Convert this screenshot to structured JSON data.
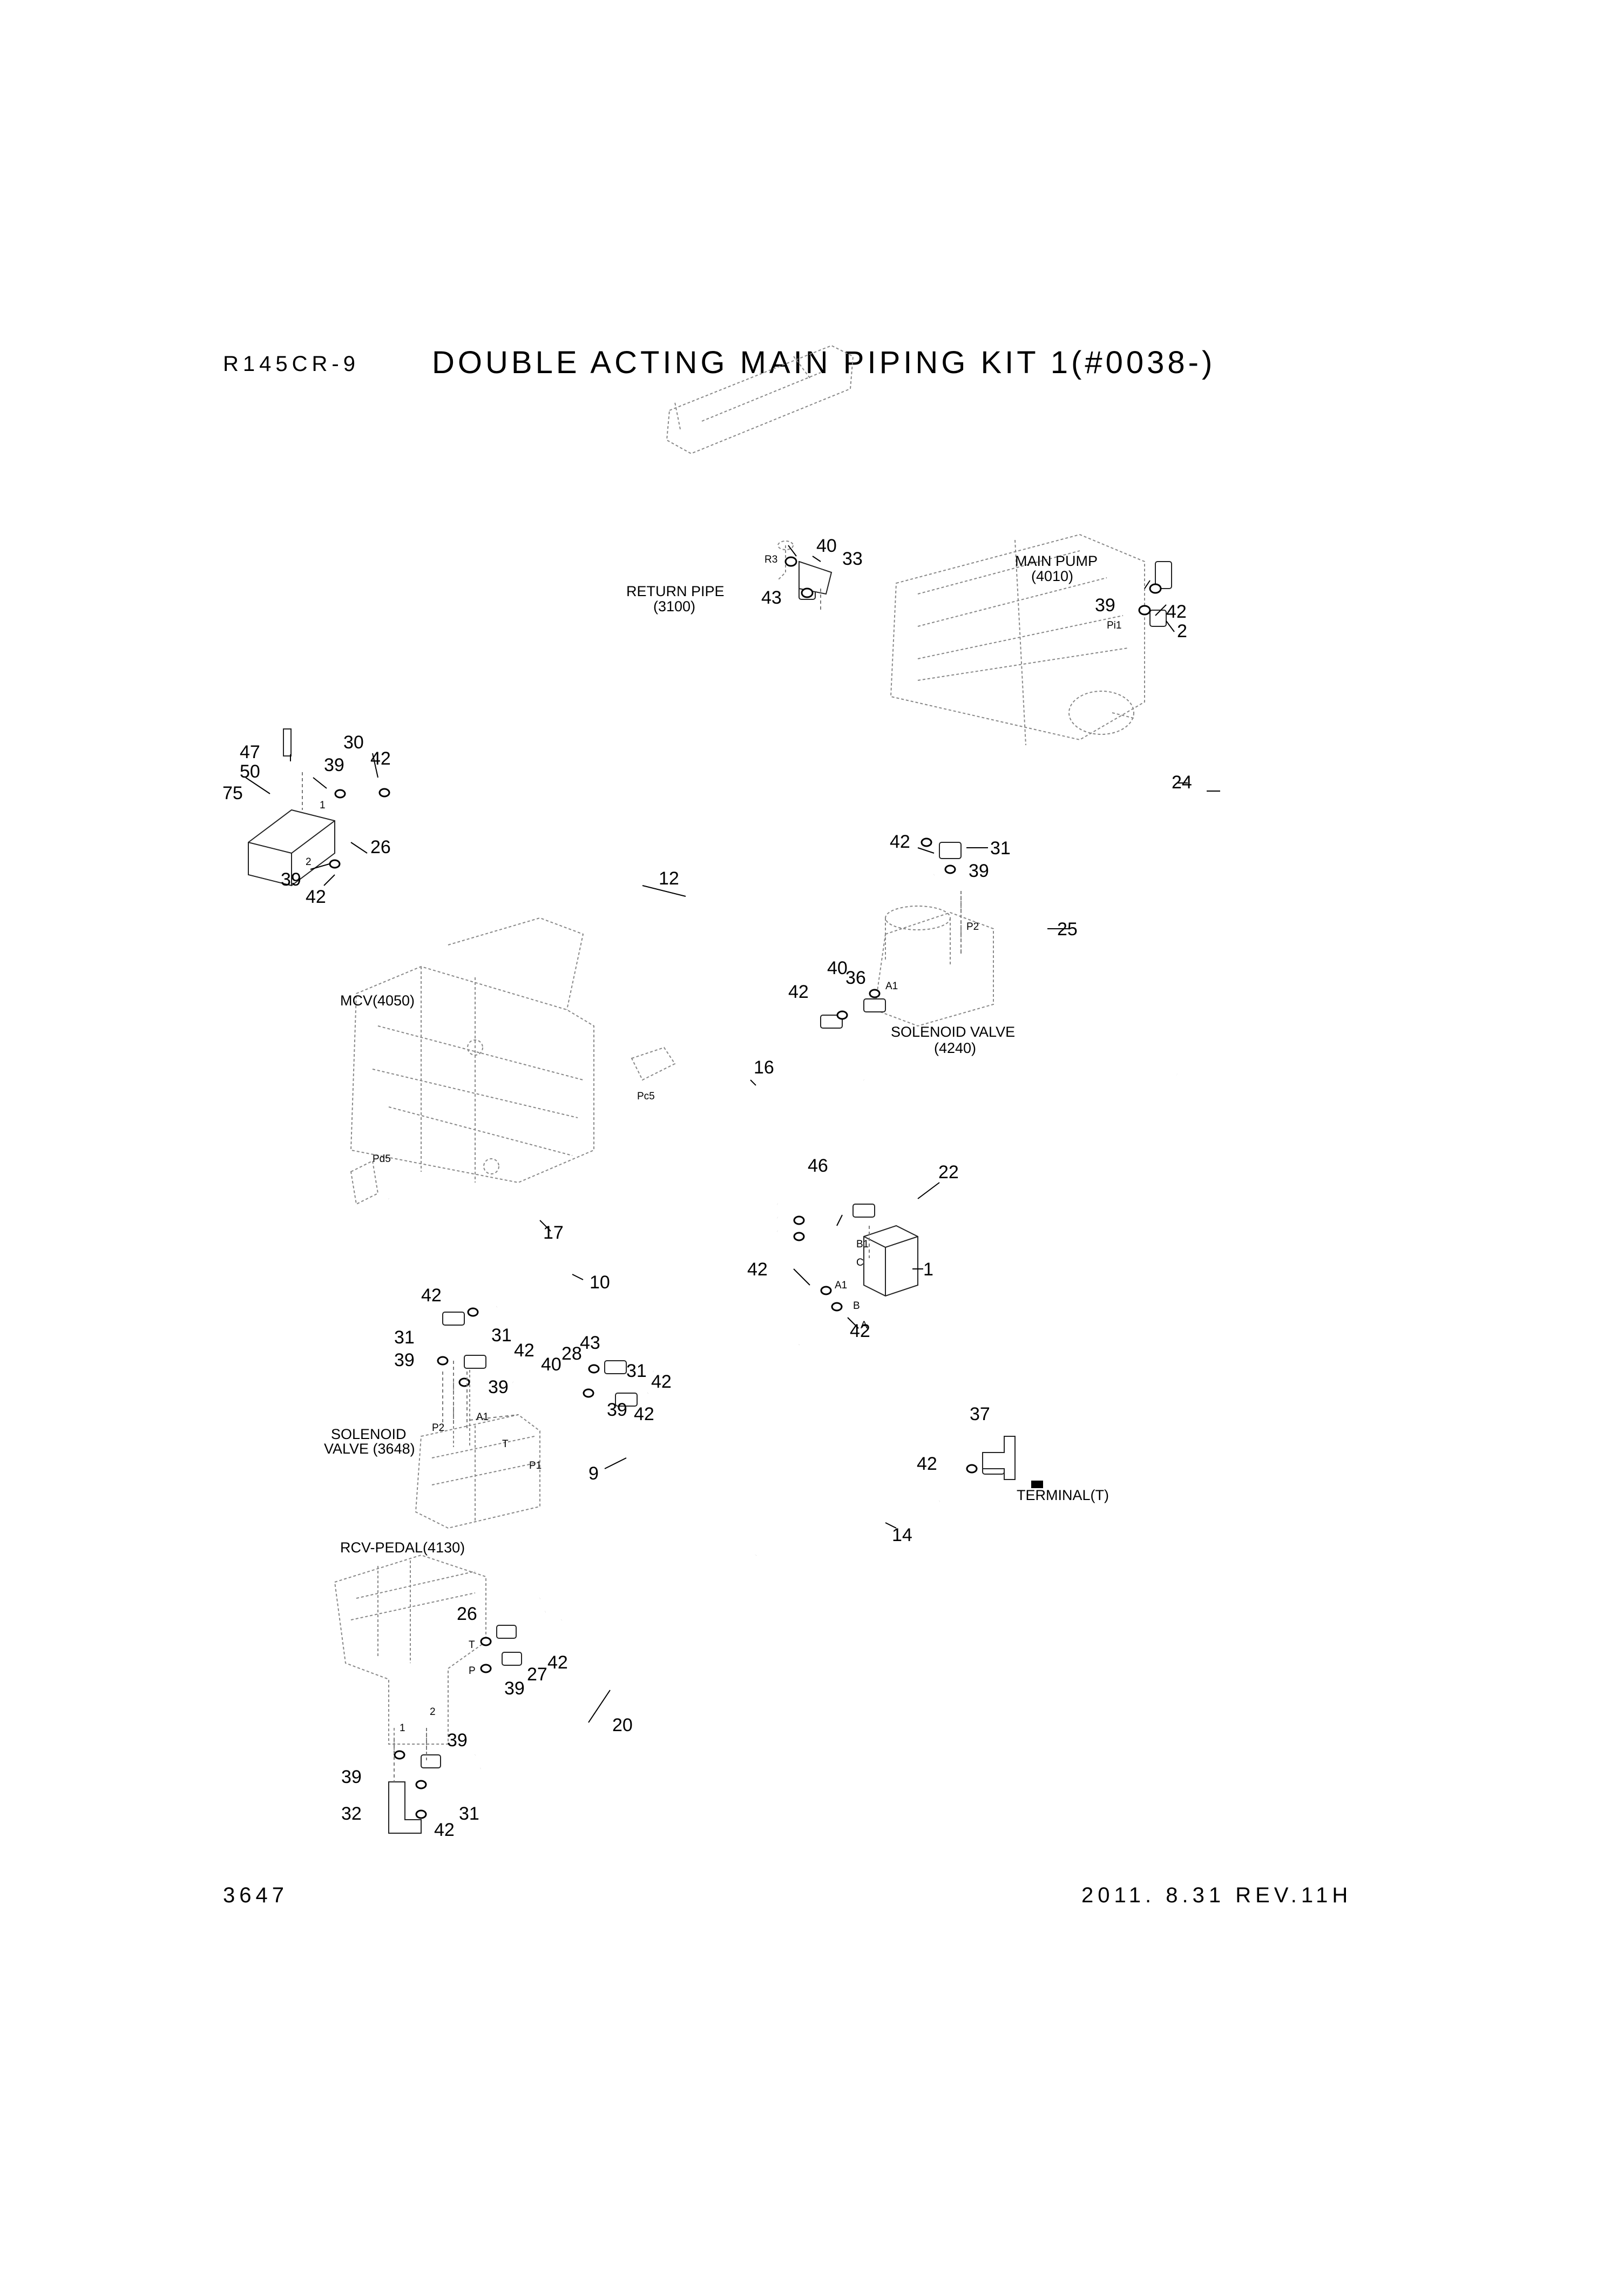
{
  "header": {
    "model": "R145CR-9",
    "title": "DOUBLE ACTING MAIN PIPING KIT 1(#0038-)"
  },
  "footer": {
    "page_number": "3647",
    "revision": "2011. 8.31 REV.11H"
  },
  "component_labels": {
    "return_pipe": "RETURN PIPE",
    "return_pipe_code": "(3100)",
    "main_pump": "MAIN PUMP",
    "main_pump_code": "(4010)",
    "mcv": "MCV(4050)",
    "solenoid_valve_a": "SOLENOID VALVE",
    "solenoid_valve_a_code": "(4240)",
    "solenoid_valve_b_line1": "SOLENOID",
    "solenoid_valve_b_line2": "VALVE (3648)",
    "rcv_pedal": "RCV-PEDAL(4130)",
    "terminal": "TERMINAL(T)"
  },
  "port_labels": [
    "R3",
    "Pi1",
    "1",
    "2",
    "P2",
    "A1",
    "Pc5",
    "Pd5",
    "B1",
    "C",
    "A1",
    "B",
    "A",
    "P2",
    "A1",
    "T",
    "P1",
    "T",
    "P",
    "1",
    "2"
  ],
  "part_numbers": [
    "40",
    "33",
    "43",
    "42",
    "39",
    "2",
    "47",
    "50",
    "30",
    "39",
    "42",
    "75",
    "26",
    "39",
    "42",
    "42",
    "31",
    "39",
    "24",
    "12",
    "25",
    "36",
    "40",
    "42",
    "16",
    "46",
    "22",
    "17",
    "42",
    "1",
    "10",
    "42",
    "42",
    "31",
    "31",
    "42",
    "39",
    "43",
    "28",
    "40",
    "31",
    "42",
    "39",
    "39",
    "42",
    "9",
    "37",
    "42",
    "14",
    "26",
    "42",
    "27",
    "39",
    "20",
    "39",
    "39",
    "32",
    "31",
    "42"
  ]
}
